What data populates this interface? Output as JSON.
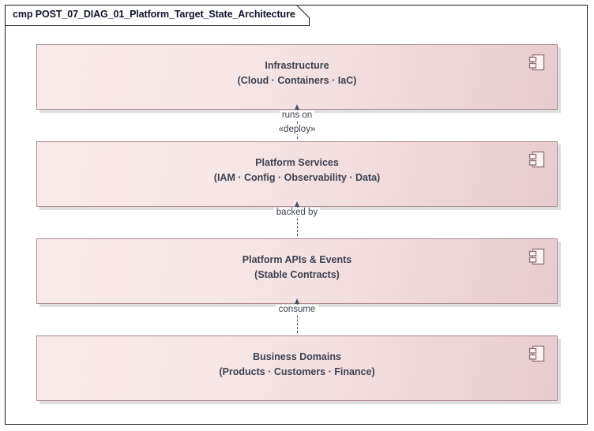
{
  "diagram": {
    "kind_keyword": "cmp",
    "title": "cmp POST_07_DIAG_01_Platform_Target_State_Architecture",
    "name": "POST_07_DIAG_01_Platform_Target_State_Architecture",
    "colors": {
      "frame_border": "#1d1d1d",
      "component_border": "#ad8a8f",
      "component_fill_light": "#f8eae9",
      "component_fill_dark": "#e8cccf",
      "text": "#3d4252",
      "title_text": "#11142b",
      "connector": "#4a4f63"
    }
  },
  "components": [
    {
      "name": "Infrastructure",
      "subtitle": "(Cloud · Containers · IaC)",
      "icon": "uml-component-icon"
    },
    {
      "name": "Platform Services",
      "subtitle": "(IAM · Config · Observability · Data)",
      "icon": "uml-component-icon"
    },
    {
      "name": "Platform APIs & Events",
      "subtitle": "(Stable Contracts)",
      "icon": "uml-component-icon"
    },
    {
      "name": "Business Domains",
      "subtitle": "(Products · Customers · Finance)",
      "icon": "uml-component-icon"
    }
  ],
  "connectors": [
    {
      "from": "Platform Services",
      "to": "Infrastructure",
      "label": "runs on",
      "stereotype": "«deploy»",
      "style": "dashed",
      "arrow": "open-up"
    },
    {
      "from": "Platform APIs & Events",
      "to": "Platform Services",
      "label": "backed by",
      "stereotype": "",
      "style": "dashed",
      "arrow": "open-up"
    },
    {
      "from": "Business Domains",
      "to": "Platform APIs & Events",
      "label": "consume",
      "stereotype": "",
      "style": "dashed",
      "arrow": "open-up"
    }
  ]
}
